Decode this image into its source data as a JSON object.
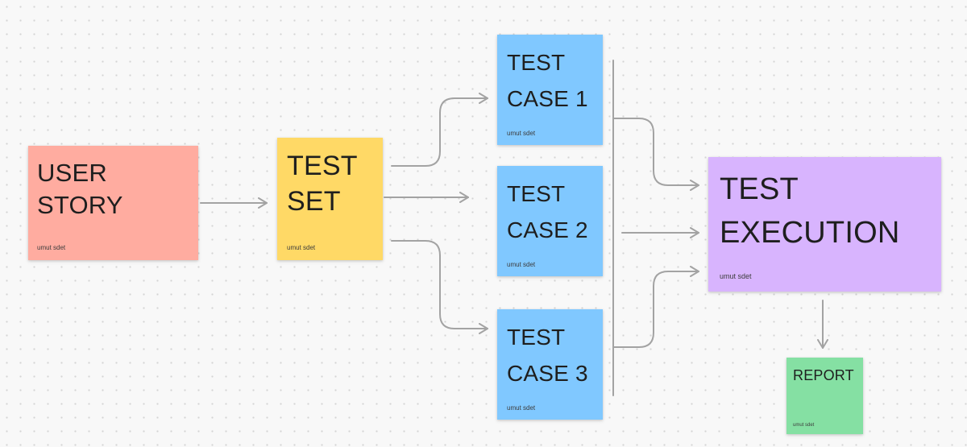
{
  "diagram": {
    "notes": {
      "user_story": {
        "title": "USER\nSTORY",
        "author": "umut sdet",
        "color": "#ffaca0"
      },
      "test_set": {
        "title": "TEST\nSET",
        "author": "umut sdet",
        "color": "#ffd966"
      },
      "test_case_1": {
        "title": "TEST\nCASE 1",
        "author": "umut sdet",
        "color": "#80c8ff"
      },
      "test_case_2": {
        "title": "TEST\nCASE 2",
        "author": "umut sdet",
        "color": "#80c8ff"
      },
      "test_case_3": {
        "title": "TEST\nCASE 3",
        "author": "umut sdet",
        "color": "#80c8ff"
      },
      "test_execution": {
        "title": "TEST\nEXECUTION",
        "author": "umut sdet",
        "color": "#d8b4fe"
      },
      "report": {
        "title": "REPORT",
        "author": "umut sdet",
        "color": "#85e0a3"
      }
    },
    "connections": [
      {
        "from": "user_story",
        "to": "test_set"
      },
      {
        "from": "test_set",
        "to": "test_case_1"
      },
      {
        "from": "test_set",
        "to": "test_case_2"
      },
      {
        "from": "test_set",
        "to": "test_case_3"
      },
      {
        "from": "test_cases",
        "to": "test_execution"
      },
      {
        "from": "test_execution",
        "to": "report"
      }
    ],
    "connector_color": "#a3a3a3"
  }
}
